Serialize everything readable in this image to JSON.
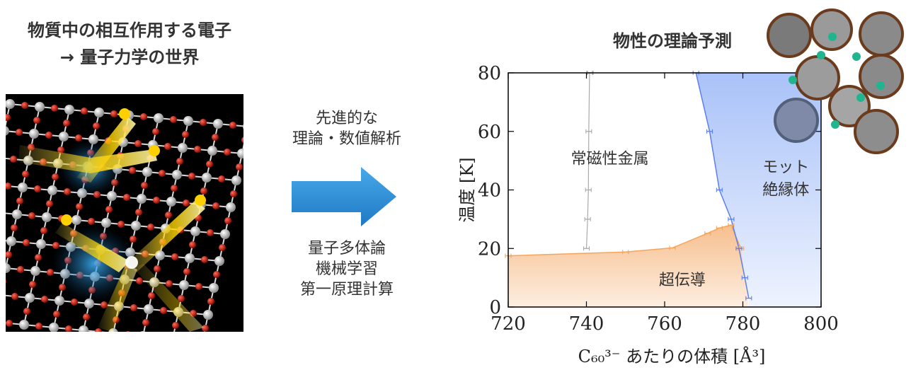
{
  "left": {
    "title_line1": "物質中の相互作用する電子",
    "title_line2": "→ 量子力学の世界",
    "image": "correlated-electron-lattice-illustration"
  },
  "middle": {
    "top_lines": [
      "先進的な",
      "理論・数値解析"
    ],
    "bottom_lines": [
      "量子多体論",
      "機械学習",
      "第一原理計算"
    ],
    "arrow_color": "#2b8fd6"
  },
  "right": {
    "title": "物性の理論予測",
    "molecule_image": "fulleride-crystal-structure"
  },
  "chart_data": {
    "type": "area",
    "title": "物性の理論予測",
    "xlabel": "C₆₀³⁻ あたりの体積 [Å³]",
    "ylabel": "温度 [K]",
    "xlim": [
      720,
      800
    ],
    "ylim": [
      0,
      80
    ],
    "xticks": [
      "720",
      "740",
      "760",
      "780",
      "800"
    ],
    "yticks": [
      "0",
      "20",
      "40",
      "60",
      "80"
    ],
    "regions": [
      {
        "label": "常磁性金属",
        "color": "#ffffff"
      },
      {
        "label": "モット\n絶縁体",
        "color": "#b9cdfa"
      },
      {
        "label": "超伝導",
        "color": "#f9caa0"
      }
    ],
    "series": [
      {
        "role": "superconducting-boundary",
        "color": "#f5a55a",
        "x": [
          720,
          750,
          762,
          771,
          774,
          777,
          779.5
        ],
        "y": [
          17.5,
          18.8,
          20.2,
          25.2,
          27,
          28,
          20
        ]
      },
      {
        "role": "mott-boundary",
        "color": "#5b7ff0",
        "x": [
          768,
          771.5,
          774,
          777,
          779,
          780.5,
          781.5
        ],
        "y": [
          80,
          60,
          40,
          30,
          20,
          10,
          3
        ]
      },
      {
        "role": "crossover-line",
        "color": "#aaaaaa",
        "x": [
          740,
          740.3,
          740.5,
          740.6,
          740.8,
          741
        ],
        "y": [
          20,
          30,
          40,
          60,
          80,
          80
        ]
      }
    ]
  }
}
